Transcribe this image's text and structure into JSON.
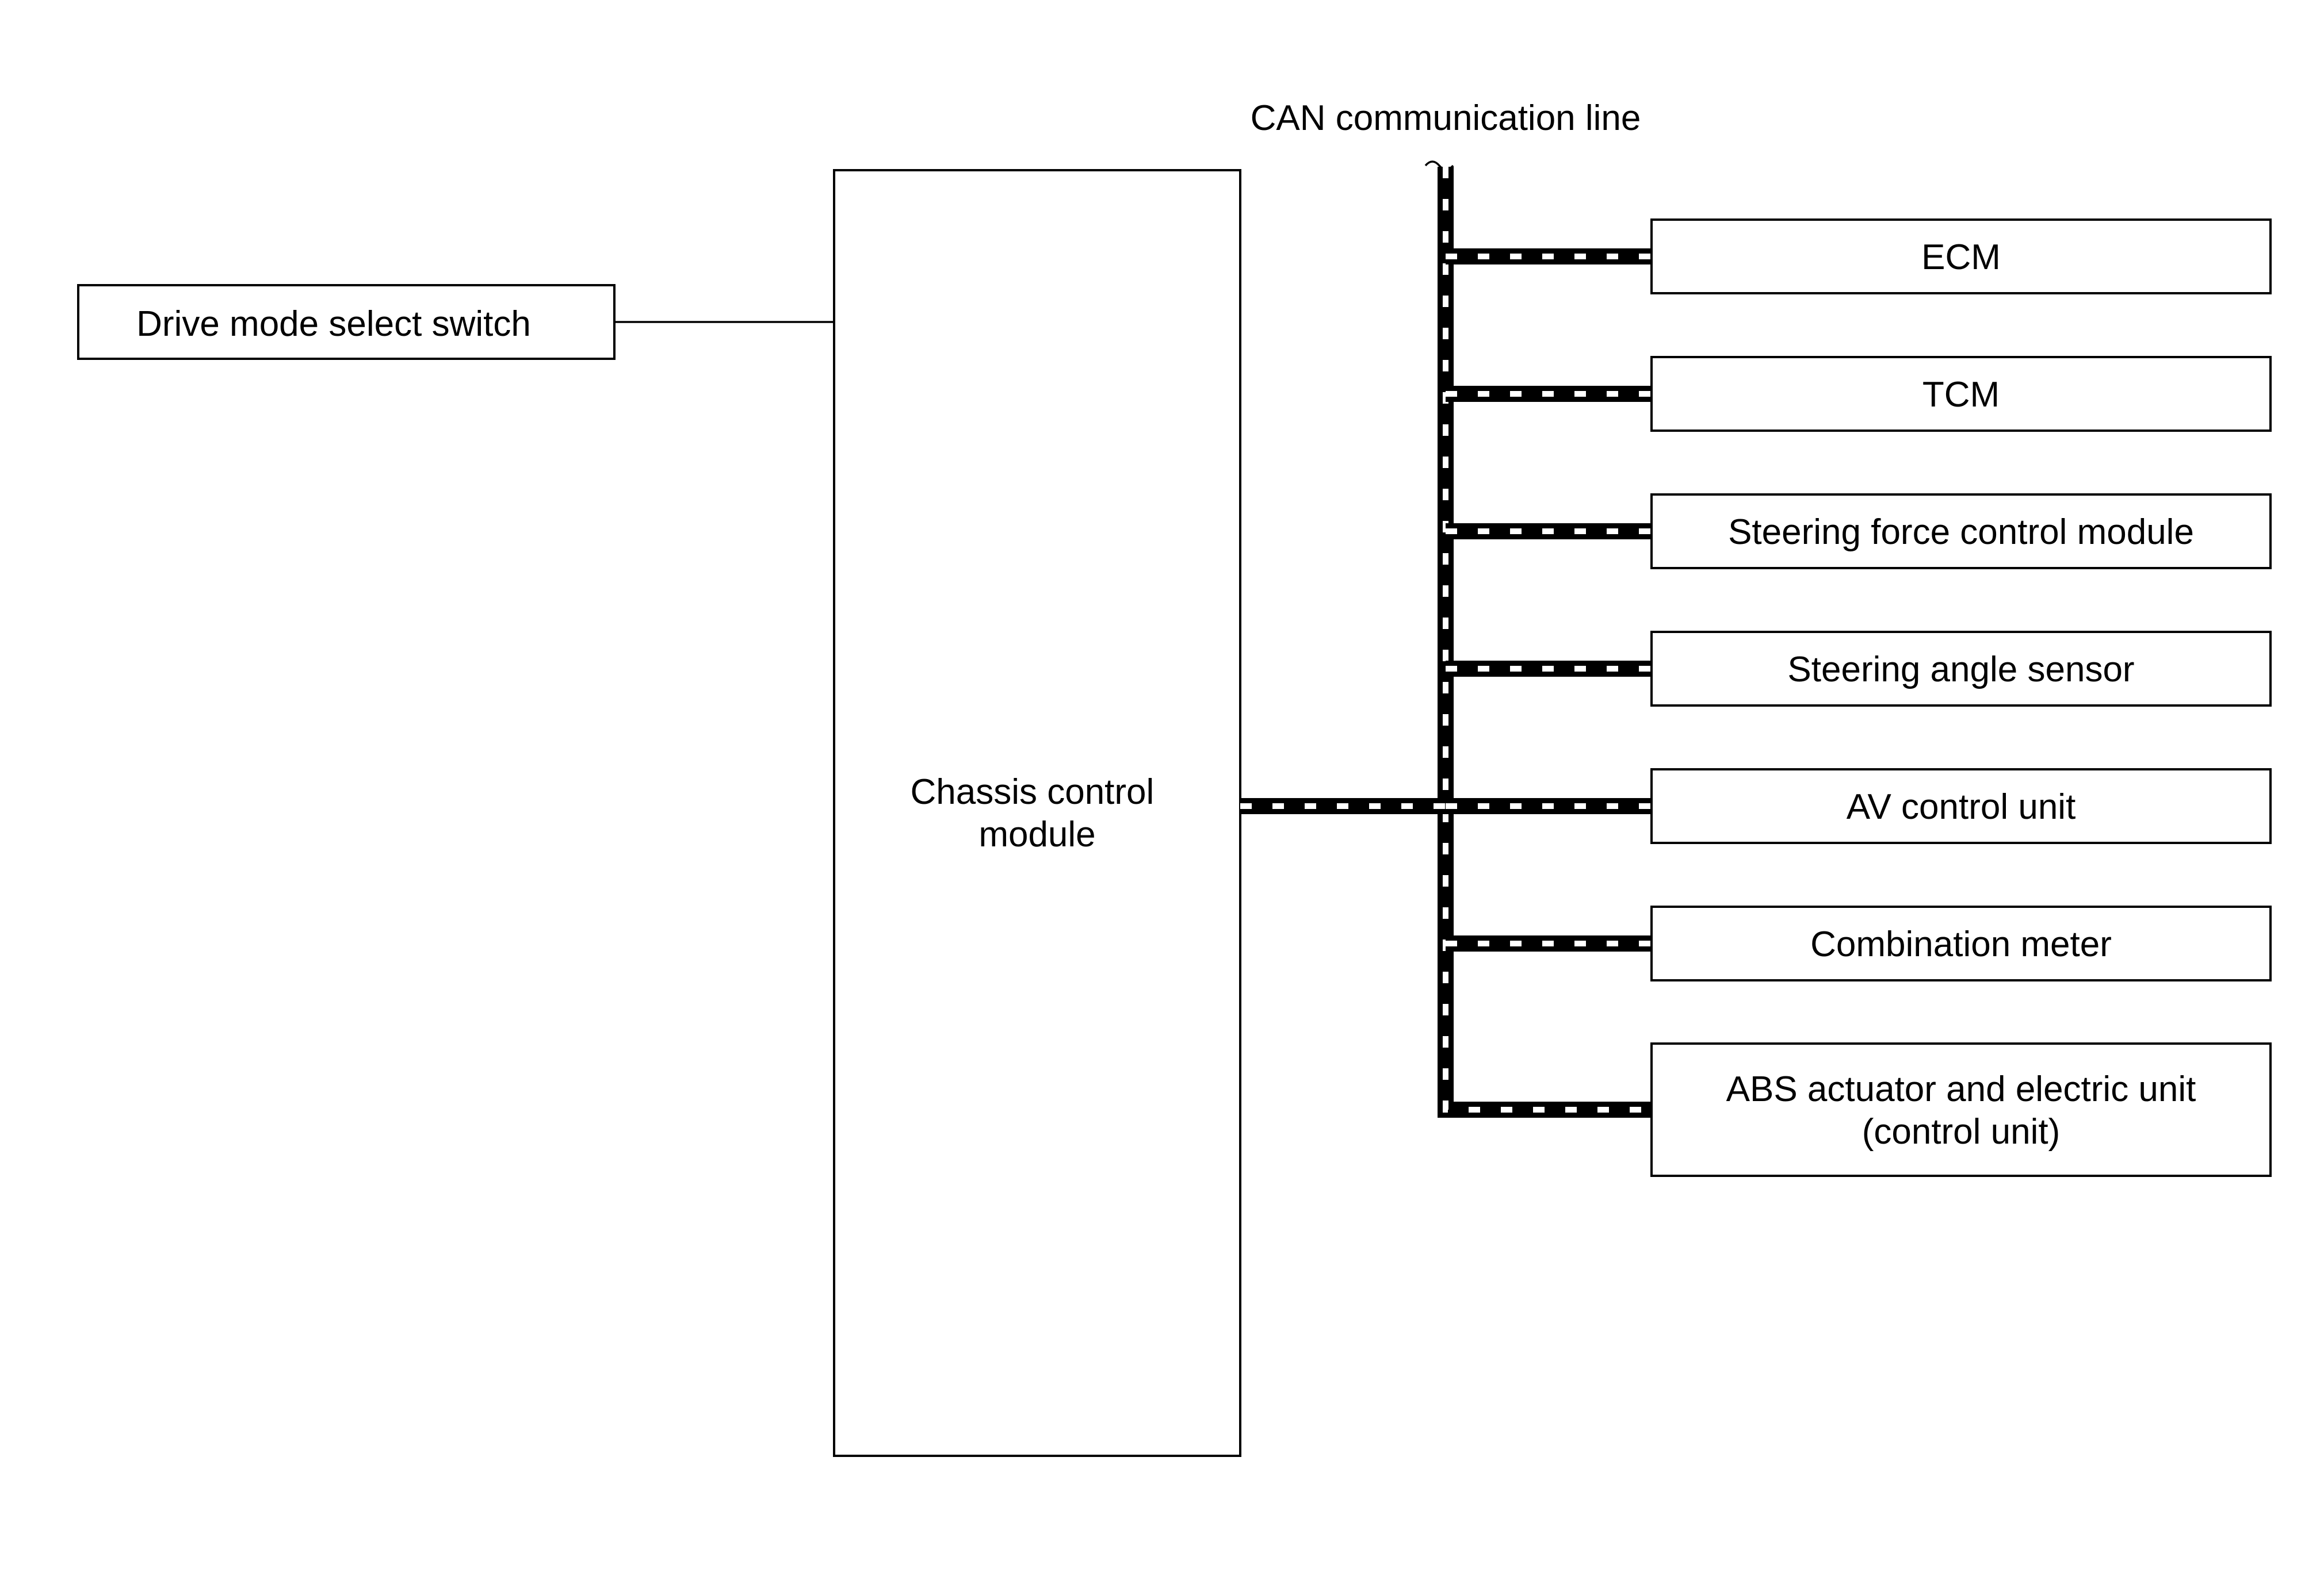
{
  "diagram": {
    "bus_label": "CAN communication line",
    "switch": "Drive mode select switch",
    "module": [
      "Chassis control",
      "module"
    ],
    "units": [
      {
        "key": "ecm",
        "lines": [
          "ECM"
        ]
      },
      {
        "key": "tcm",
        "lines": [
          "TCM"
        ]
      },
      {
        "key": "steering-force",
        "lines": [
          "Steering force control module"
        ]
      },
      {
        "key": "steering-angle",
        "lines": [
          "Steering angle sensor"
        ]
      },
      {
        "key": "av-control",
        "lines": [
          "AV control unit"
        ]
      },
      {
        "key": "combination-meter",
        "lines": [
          "Combination meter"
        ]
      },
      {
        "key": "abs-actuator",
        "lines": [
          "ABS actuator and electric unit",
          "(control unit)"
        ]
      }
    ]
  },
  "colors": {
    "line": "#000000",
    "background": "#ffffff"
  }
}
